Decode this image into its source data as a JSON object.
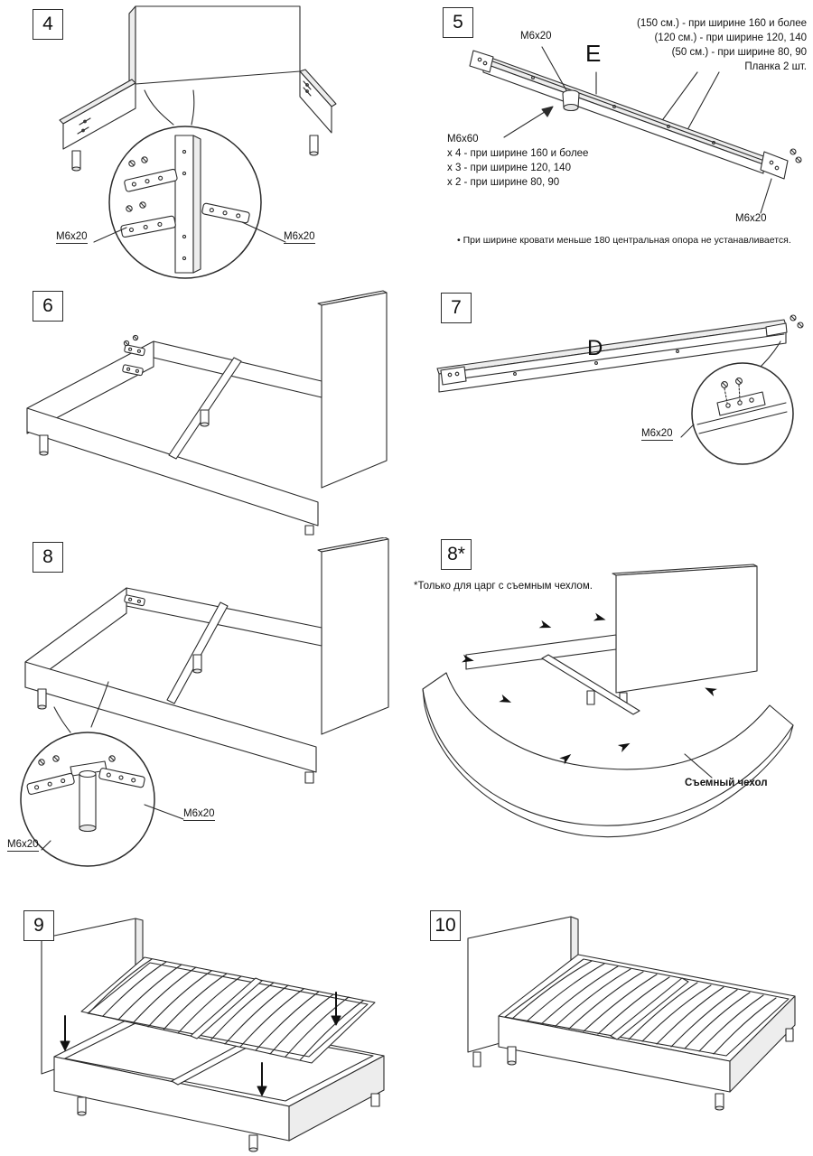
{
  "colors": {
    "line": "#2b2b2b",
    "fill": "#ffffff",
    "shade": "#ededed",
    "arrow": "#111111"
  },
  "steps": {
    "s4": {
      "number": "4",
      "bolt_left": "M6x20",
      "bolt_right": "M6x20"
    },
    "s5": {
      "number": "5",
      "part_letter": "E",
      "bolt_top": "M6x20",
      "bolt_bottom": "M6x20",
      "width_options": [
        "(150 см.) - при ширине 160 и более",
        "(120 см.) - при ширине 120, 140",
        "(50 см.) - при ширине 80, 90",
        "Планка 2 шт."
      ],
      "bolt_spec": "M6x60",
      "bolt_counts": [
        "x 4 - при ширине 160 и более",
        "x 3 - при ширине 120, 140",
        "x 2 - при ширине 80, 90"
      ],
      "note": "• При ширине кровати меньше 180 центральная опора не устанавливается."
    },
    "s6": {
      "number": "6"
    },
    "s7": {
      "number": "7",
      "part_letter": "D",
      "bolt": "M6x20"
    },
    "s8": {
      "number": "8",
      "bolt_right": "M6x20",
      "bolt_left": "M6x20"
    },
    "s8a": {
      "number": "8*",
      "note": "*Только для царг с съемным чехлом.",
      "cover_label": "Съемный чехол"
    },
    "s9": {
      "number": "9"
    },
    "s10": {
      "number": "10"
    }
  }
}
